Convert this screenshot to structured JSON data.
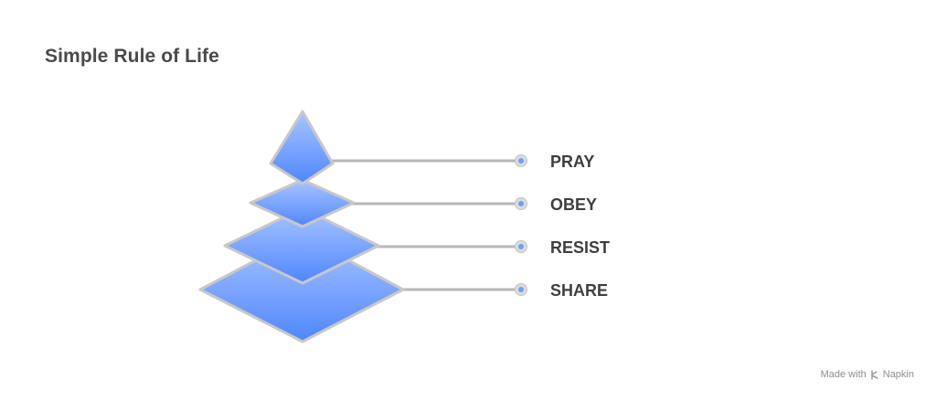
{
  "title": "Simple Rule of Life",
  "layers": [
    {
      "label": "PRAY"
    },
    {
      "label": "OBEY"
    },
    {
      "label": "RESIST"
    },
    {
      "label": "SHARE"
    }
  ],
  "colors": {
    "fill_top": "#a9c5ff",
    "fill_bottom": "#4f86ff",
    "outline": "#c8c8c8",
    "connector": "#b7b7b7",
    "dot": "#6f9ef8",
    "label": "#3f3f3f",
    "title": "#4a4a4a"
  },
  "footer": {
    "made_with": "Made with",
    "brand": "Napkin",
    "brand_icon": "napkin-icon"
  }
}
